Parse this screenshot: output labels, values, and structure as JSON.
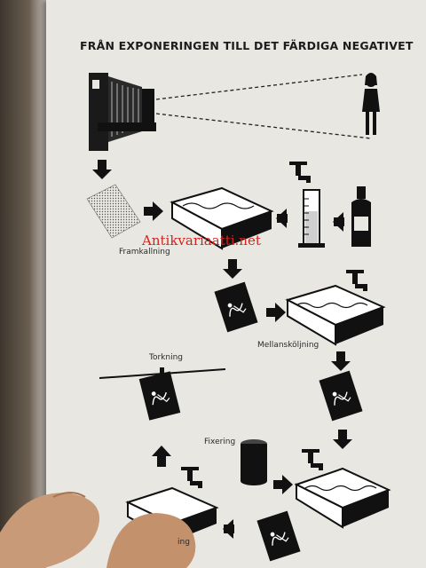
{
  "page": {
    "title": "FRÅN EXPONERINGEN TILL DET FÄRDIGA NEGATIVET",
    "watermark": "Antikvariaatti.net"
  },
  "steps": {
    "developing": "Framkallning",
    "rinse": "Mellansköljning",
    "drying": "Torkning",
    "fixing": "Fixering",
    "washing_partial": "ing"
  },
  "icons": [
    "camera-icon",
    "person-subject-icon",
    "film-sheet-icon",
    "tray-icon",
    "faucet-icon",
    "measuring-cylinder-icon",
    "chemical-bottle-icon",
    "negative-film-icon",
    "film-canister-icon",
    "arrow-icon",
    "clothesline-icon"
  ],
  "colors": {
    "page": "#e9e7e2",
    "ink": "#1c1c1c",
    "watermark": "#d4231f",
    "background": "#4a4138",
    "thumb": "#c99a78"
  }
}
